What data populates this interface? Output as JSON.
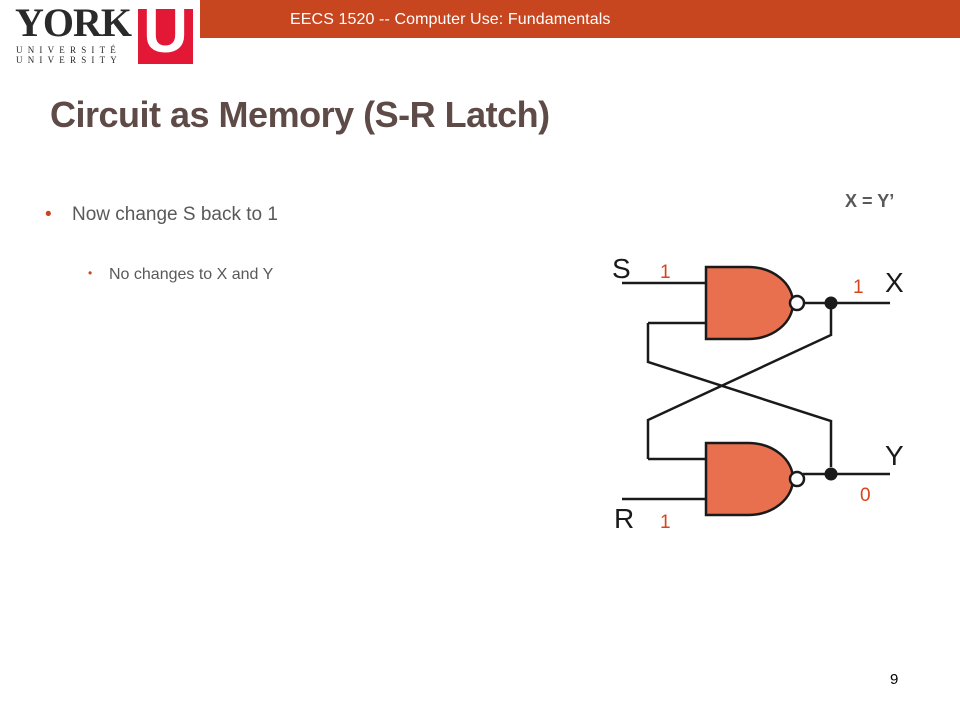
{
  "header": {
    "course": "EECS 1520 -- Computer Use: Fundamentals"
  },
  "logo": {
    "word": "YORK",
    "line_fr": "UNIVERSITÉ",
    "line_en": "UNIVERSITY",
    "letter": "U",
    "colors": {
      "red": "#e31837",
      "text": "#2a2a2a"
    }
  },
  "slide": {
    "title": "Circuit as Memory (S-R Latch)",
    "bullets": [
      {
        "text": "Now change S back to 1",
        "sub": [
          "No changes to X and Y"
        ]
      }
    ],
    "formula": "X = Y’",
    "page_number": "9"
  },
  "circuit": {
    "labels": {
      "s": "S",
      "r": "R",
      "x": "X",
      "y": "Y"
    },
    "values": {
      "s": "1",
      "r": "1",
      "x": "1",
      "y": "0"
    },
    "colors": {
      "gate": "#e8704e",
      "value": "#d9441d",
      "wire": "#1a1a1a",
      "accent": "#c7461f"
    }
  }
}
